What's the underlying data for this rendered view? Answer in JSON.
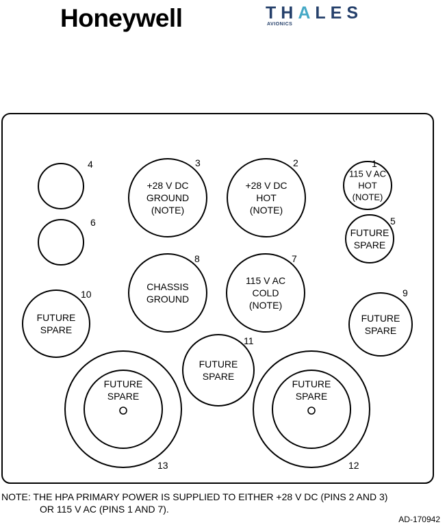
{
  "header": {
    "logo_left": "Honeywell",
    "logo_right_main": "THALES",
    "logo_right_sub": "AVIONICS"
  },
  "connector": {
    "pins": [
      {
        "number": "1",
        "lines": [
          "115 V AC",
          "HOT",
          "(NOTE)"
        ]
      },
      {
        "number": "2",
        "lines": [
          "+28 V DC",
          "HOT",
          "(NOTE)"
        ]
      },
      {
        "number": "3",
        "lines": [
          "+28 V DC",
          "GROUND",
          "(NOTE)"
        ]
      },
      {
        "number": "4",
        "lines": []
      },
      {
        "number": "5",
        "lines": [
          "FUTURE",
          "SPARE"
        ]
      },
      {
        "number": "6",
        "lines": []
      },
      {
        "number": "7",
        "lines": [
          "115 V AC",
          "COLD",
          "(NOTE)"
        ]
      },
      {
        "number": "8",
        "lines": [
          "CHASSIS",
          "GROUND"
        ]
      },
      {
        "number": "9",
        "lines": [
          "FUTURE",
          "SPARE"
        ]
      },
      {
        "number": "10",
        "lines": [
          "FUTURE",
          "SPARE"
        ]
      },
      {
        "number": "11",
        "lines": [
          "FUTURE",
          "SPARE"
        ]
      },
      {
        "number": "12",
        "lines": [
          "FUTURE",
          "SPARE"
        ]
      },
      {
        "number": "13",
        "lines": [
          "FUTURE",
          "SPARE"
        ]
      }
    ]
  },
  "note": {
    "line1": "NOTE:  THE HPA PRIMARY POWER IS SUPPLIED TO EITHER +28 V DC (PINS 2 AND 3)",
    "line2": "OR 115 V AC (PINS 1 AND 7)."
  },
  "drawing_code": "AD-170942",
  "colors": {
    "thales_blue": "#25406b",
    "thales_accent": "#45a9c6"
  }
}
